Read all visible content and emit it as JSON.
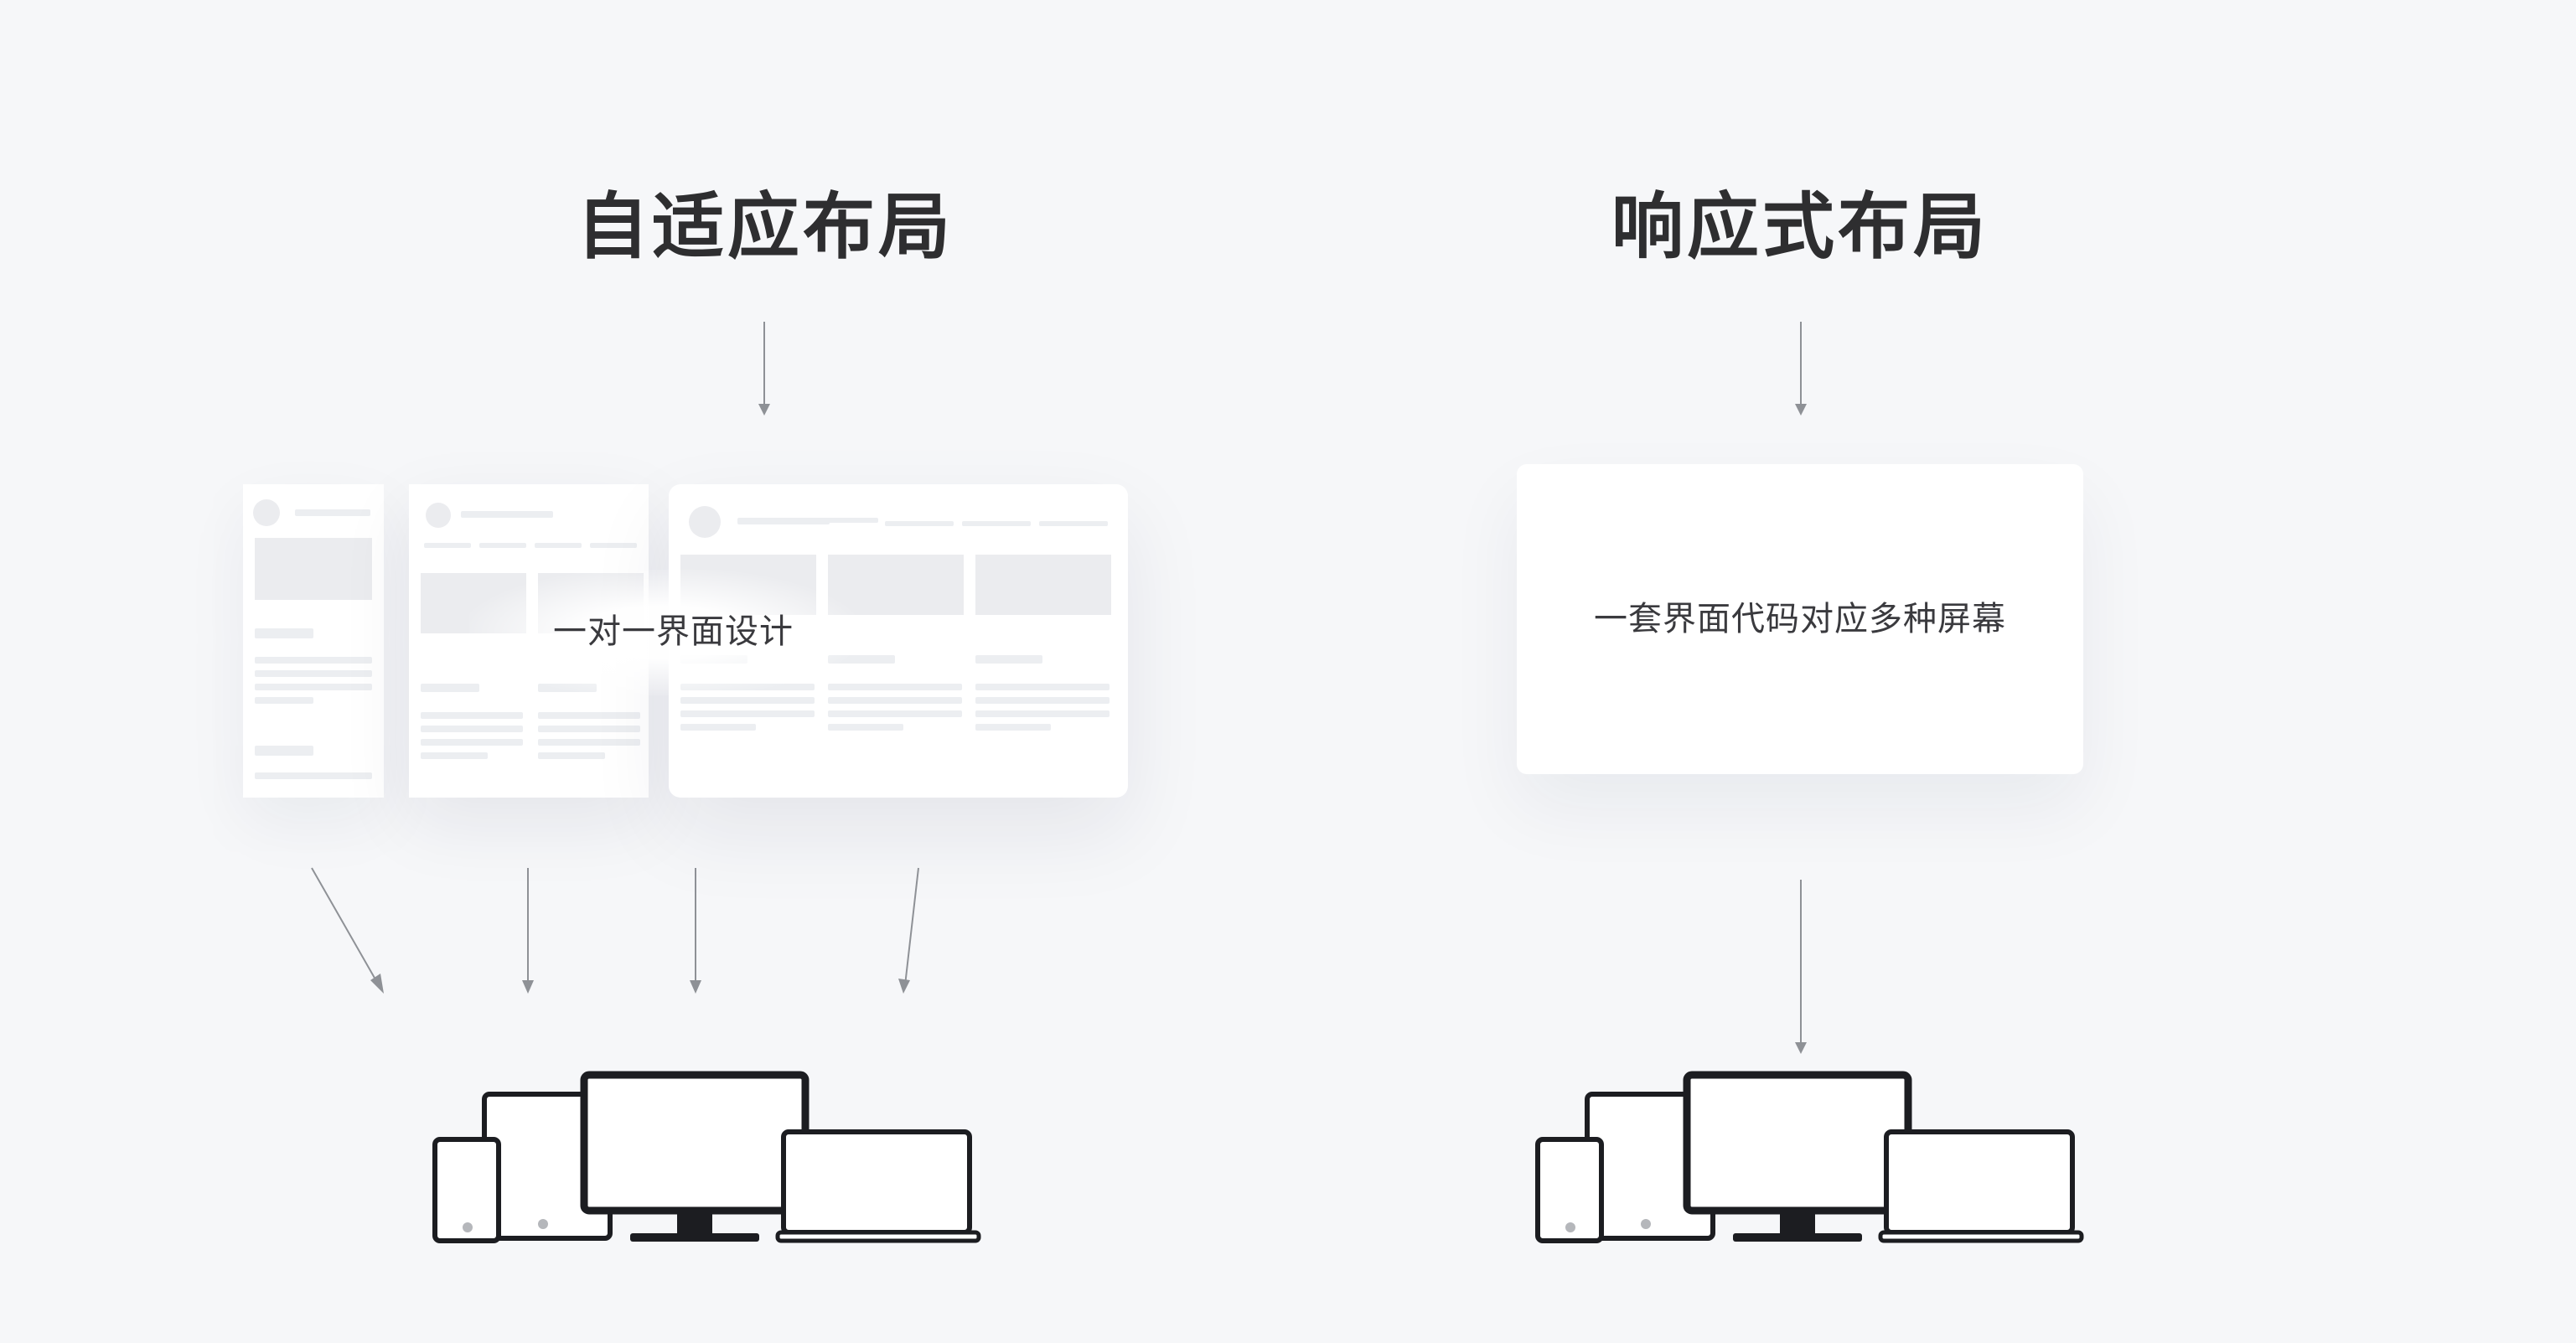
{
  "left": {
    "title": "自适应布局",
    "caption": "一对一界面设计"
  },
  "right": {
    "title": "响应式布局",
    "caption": "一套界面代码对应多种屏幕"
  },
  "colors": {
    "background": "#f6f7f9",
    "title_text": "#2e2e30",
    "arrow": "#8e9196",
    "device_stroke": "#1c1d21",
    "placeholder": "#ebecef"
  },
  "icons": [
    "arrow-down-icon",
    "phone-icon",
    "tablet-icon",
    "monitor-icon",
    "laptop-icon"
  ]
}
